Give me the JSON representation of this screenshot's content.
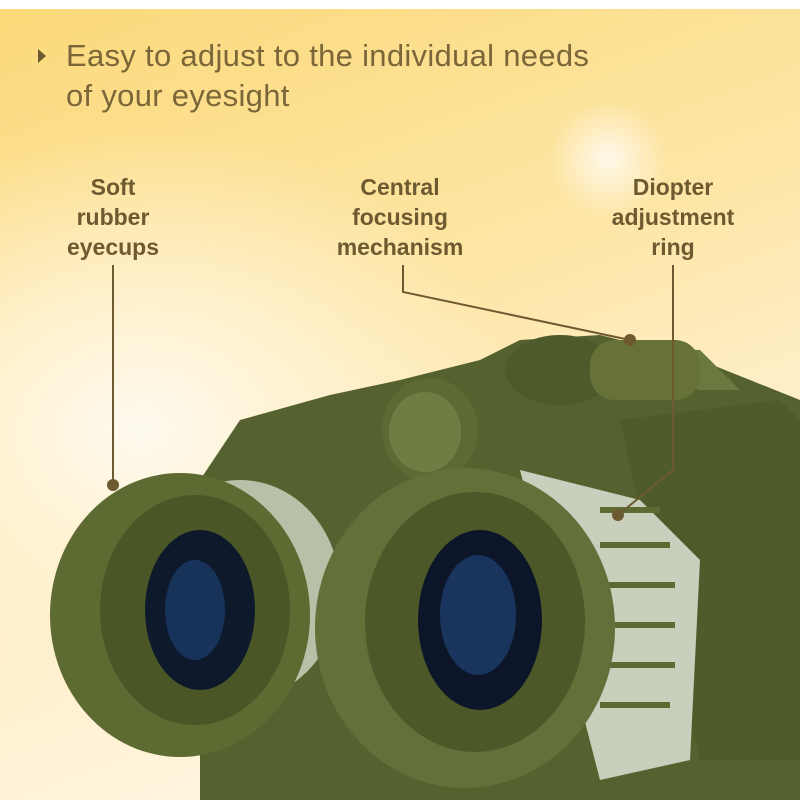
{
  "headline": {
    "line1": "Easy to adjust to the individual needs",
    "line2": "of your eyesight"
  },
  "callouts": [
    {
      "lines": [
        "Soft",
        "rubber",
        "eyecups"
      ]
    },
    {
      "lines": [
        "Central",
        "focusing",
        "mechanism"
      ]
    },
    {
      "lines": [
        "Diopter",
        "adjustment",
        "ring"
      ]
    }
  ],
  "colors": {
    "text": "#6e5a30",
    "body_green": "#5e6b38",
    "background": "#fde6a6"
  }
}
